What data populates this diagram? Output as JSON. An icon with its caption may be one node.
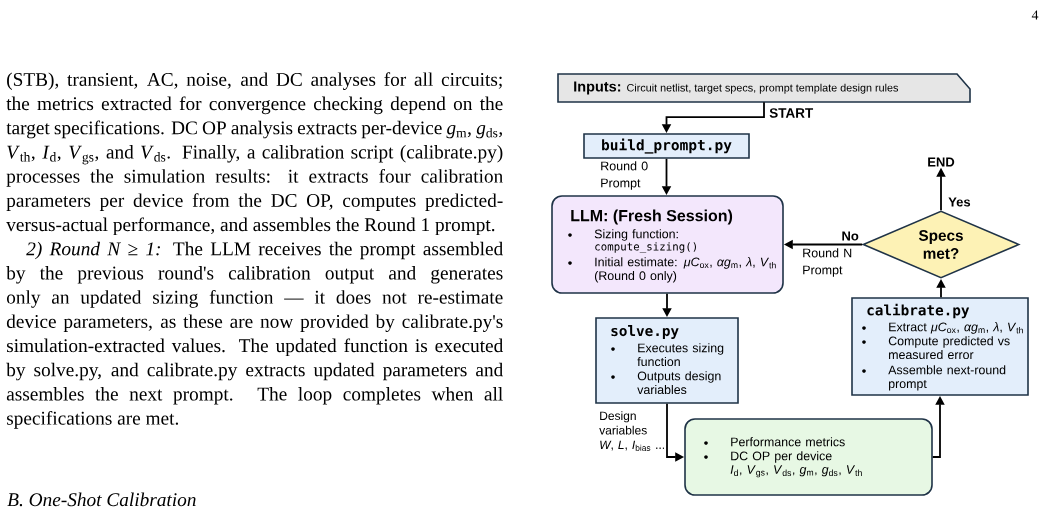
{
  "diagram": {
    "nodes": [
      {
        "text": [
          "Inputs:",
          "Circuit netlist, target specs, prompt template design rules"
        ]
      },
      {
        "text": [
          "build_prompt.py"
        ]
      },
      {
        "text": [
          "END"
        ]
      },
      {
        "text": [
          "LLM: (Fresh Session)",
          "Sizing function:",
          "compute_sizing()",
          "Initial estimate: *μC*$_{ox}$, *αg*$_{m}$, *λ*, *V*$_{th}$ (Round 0 only)"
        ]
      },
      {
        "text": [
          "Specs met?"
        ]
      },
      {
        "text": [
          "calibrate.py",
          "Extract *μC*$_{ox}$, *αg*$_{m}$, *λ*, *V*$_{th}$",
          "Compute predicted vs measured error",
          "Assemble next-round prompt"
        ]
      },
      {
        "text": [
          "solve.py",
          "Executes sizing function",
          "Outputs design variables"
        ]
      },
      {
        "text": [
          "Performance metrics",
          "DC OP per device",
          "*I*$_{d}$, *V*$_{gs}$, *V*$_{ds}$, *g*$_{m}$, *g*$_{ds}$, *V*$_{th}$"
        ]
      }
    ],
    "edges": [
      {
        "from": 0,
        "to": 1,
        "arrow": "to",
        "label": "START"
      },
      {
        "from": 1,
        "to": 3,
        "arrow": "to",
        "label": "Round 0 Prompt"
      },
      {
        "from": 3,
        "to": 6,
        "arrow": "to"
      },
      {
        "from": 6,
        "to": 7,
        "arrow": "to",
        "label": "Design variables *W*, *L*, *I*$_{bias}$ ..."
      },
      {
        "from": 7,
        "to": 5,
        "arrow": "to"
      },
      {
        "from": 5,
        "to": 4,
        "arrow": "to"
      },
      {
        "from": 4,
        "to": 3,
        "arrow": "to",
        "label": "No"
      },
      {
        "from": 4,
        "to": 2,
        "arrow": "to",
        "label": "Yes"
      }
    ],
    "labels": [
      "4",
      "(STB), transient, AC, noise, and DC analyses for all circuits; the metrics extracted for convergence checking depend on the target specifications. DC OP analysis extracts per-device *g*$_{m}$, *g*$_{ds}$, *V*$_{th}$, *I*$_{d}$, *V*$_{gs}$, and *V*$_{ds}$. Finally, a calibration script (calibrate.py) processes the simulation results: it extracts four calibration parameters per device from the DC OP, computes predicted-versus-actual performance, and assembles the Round 1 prompt.",
      "*2) Round N ≥ 1:* The LLM receives the prompt assembled by the previous round's calibration output and generates only an updated sizing function — it does not re-estimate device parameters, as these are now provided by calibrate.py's simulation-extracted values. The updated function is executed by solve.py, and calibrate.py extracts updated parameters and assembles the next prompt. The loop completes when all specifications are met.",
      "B. One-Shot Calibration",
      "Round N Prompt"
    ]
  }
}
